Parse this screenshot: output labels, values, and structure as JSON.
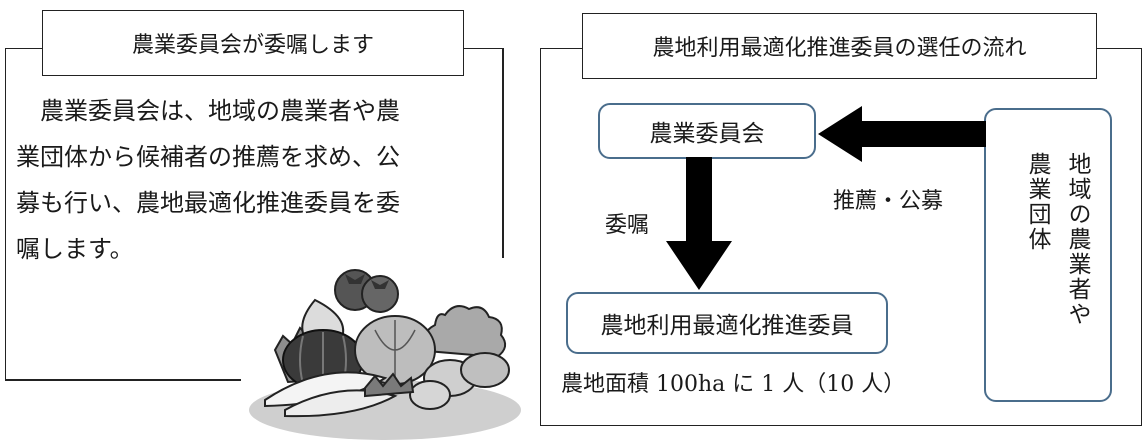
{
  "left_panel": {
    "title": "農業委員会が委嘱します",
    "lines": [
      "　農業委員会は、地域の農業者や農",
      "業団体から候補者の推薦を求め、公",
      "募も行い、農地最適化推進委員を委",
      "嘱します。"
    ],
    "illustration": "vegetables-illustration"
  },
  "right_panel": {
    "title": "農地利用最適化推進委員の選任の流れ",
    "committee_box": "農業委員会",
    "promoter_box": "農地利用最適化推進委員",
    "source_col1": "地域の農業者や",
    "source_col2": "農業団体",
    "arrow_left_label": "推薦・公募",
    "arrow_down_label": "委嘱",
    "footnote": "農地面積 100ha に 1 人（10 人）"
  },
  "colors": {
    "box_border": "#4a6d8c",
    "arrow": "#000000",
    "line": "#222222"
  }
}
